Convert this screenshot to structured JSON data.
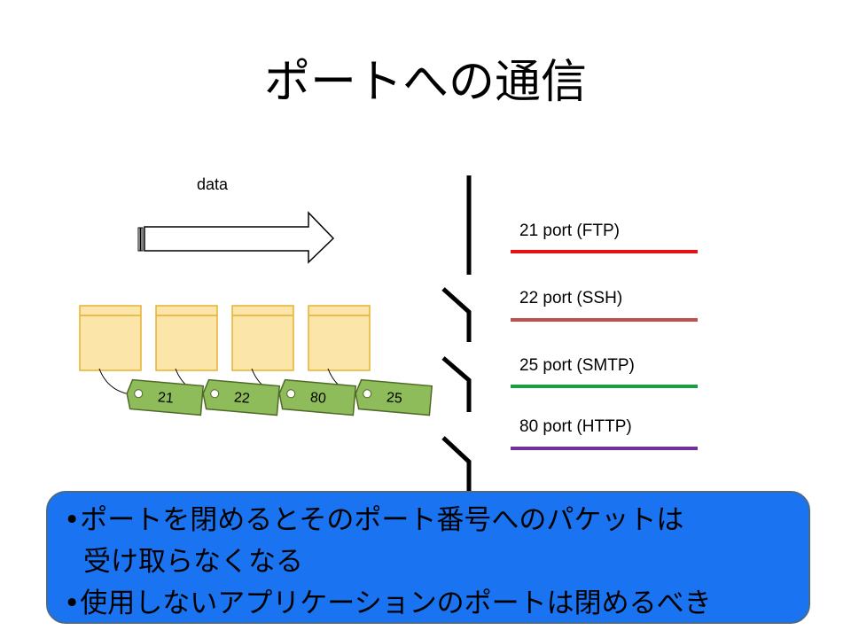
{
  "title": "ポートへの通信",
  "diagram": {
    "flow_label": "data",
    "packet_tags": [
      "21",
      "22",
      "80",
      "25"
    ],
    "ports": [
      {
        "label": "21 port (FTP)",
        "color": "#e81010",
        "state": "open"
      },
      {
        "label": "22 port (SSH)",
        "color": "#c0504d",
        "state": "closed"
      },
      {
        "label": "25 port (SMTP)",
        "color": "#18a040",
        "state": "closed"
      },
      {
        "label": "80 port (HTTP)",
        "color": "#7030a0",
        "state": "closed"
      }
    ],
    "colors": {
      "envelope_fill": "#fbe5a8",
      "envelope_stroke": "#e5b230",
      "tag_fill": "#8fbc5a",
      "tag_stroke": "#4f6a28"
    }
  },
  "callout": {
    "bullets": [
      {
        "bullet": "•",
        "line1": "ポートを閉めるとそのポート番号へのパケットは",
        "line2": "受け取らなくなる"
      },
      {
        "bullet": "•",
        "line1": "使用しないアプリケーションのポートは閉めるべき"
      }
    ],
    "background": "#1a73f0"
  }
}
